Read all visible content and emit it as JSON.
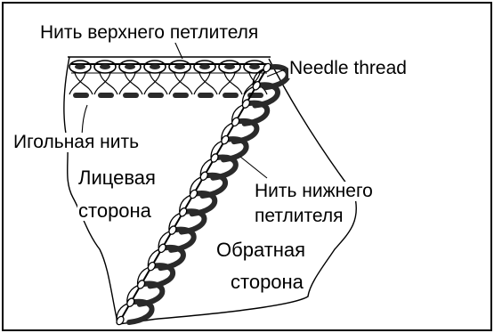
{
  "labels": {
    "upper_looper_thread": "Нить верхнего петлителя",
    "needle_thread_en": "Needle thread",
    "needle_thread_ru": "Игольная нить",
    "face_side_line1": "Лицевая",
    "face_side_line2": "сторона",
    "lower_looper_line1": "Нить нижнего",
    "lower_looper_line2": "петлителя",
    "back_side_line1": "Обратная",
    "back_side_line2": "сторона"
  },
  "colors": {
    "ink": "#000000",
    "thread_fill": "#2a2a2a",
    "paper": "#ffffff"
  }
}
